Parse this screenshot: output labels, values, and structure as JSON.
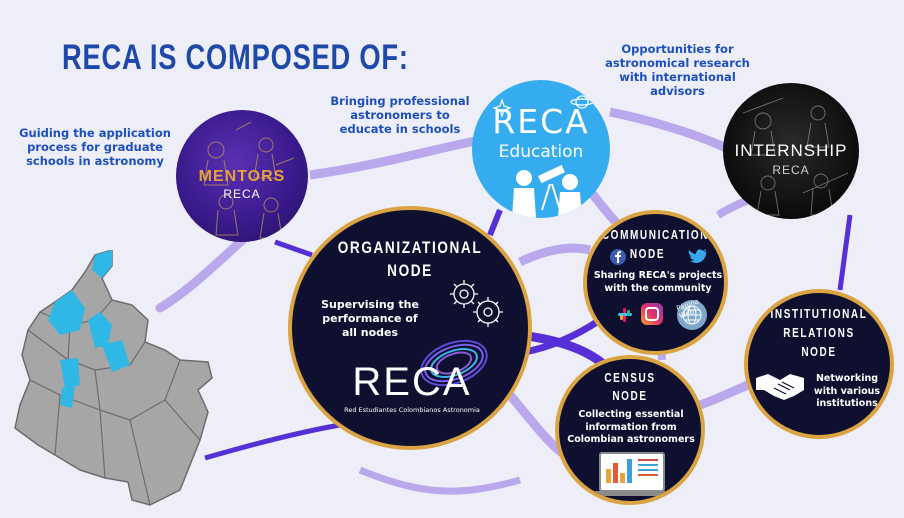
{
  "title": "RECA IS COMPOSED OF:",
  "captions": {
    "mentors": "Guiding the application process for graduate schools in astronomy",
    "education": "Bringing professional astronomers to educate in schools",
    "internship": "Opportunities for astronomical  research with international advisors"
  },
  "mentors": {
    "line1": "MENTORS",
    "line2": "RECA"
  },
  "education": {
    "line1": "RECA",
    "line2": "Education"
  },
  "internship": {
    "line1": "INTERNSHIP",
    "line2": "RECA"
  },
  "organizational": {
    "title1": "ORGANIZATIONAL",
    "title2": "NODE",
    "text": "Supervising  the performance of all nodes",
    "logo": "RECA",
    "logo_sub": "Red Estudiantes Colombianos Astronomia"
  },
  "communication": {
    "title1": "COMMUNICATION",
    "title2": "NODE",
    "text": "Sharing RECA's projects with the community",
    "web_label": "Página Web"
  },
  "census": {
    "title1": "CENSUS",
    "title2": "NODE",
    "text": "Collecting essential information from Colombian astronomers"
  },
  "institutional": {
    "title1": "INSTITUTIONAL",
    "title2": "RELATIONS",
    "title3": "NODE",
    "text": "Networking with various institutions"
  },
  "icons": [
    "facebook-icon",
    "twitter-icon",
    "slack-icon",
    "instagram-icon",
    "globe-icon",
    "gears-icon",
    "handshake-icon",
    "laptop-chart-icon",
    "telescope-icon",
    "colombia-map"
  ],
  "colors": {
    "title": "#1f49a8",
    "caption": "#1d4fbd",
    "node_fill": "#0f0f30",
    "node_border": "#d9a441",
    "connector": "#b9a8ec",
    "connector_dark": "#5630d6",
    "map_gray": "#a6a6a6",
    "map_highlight": "#2fb7e6",
    "education_blue": "#35acf0",
    "mentors_purple": "#3a1a8c"
  }
}
